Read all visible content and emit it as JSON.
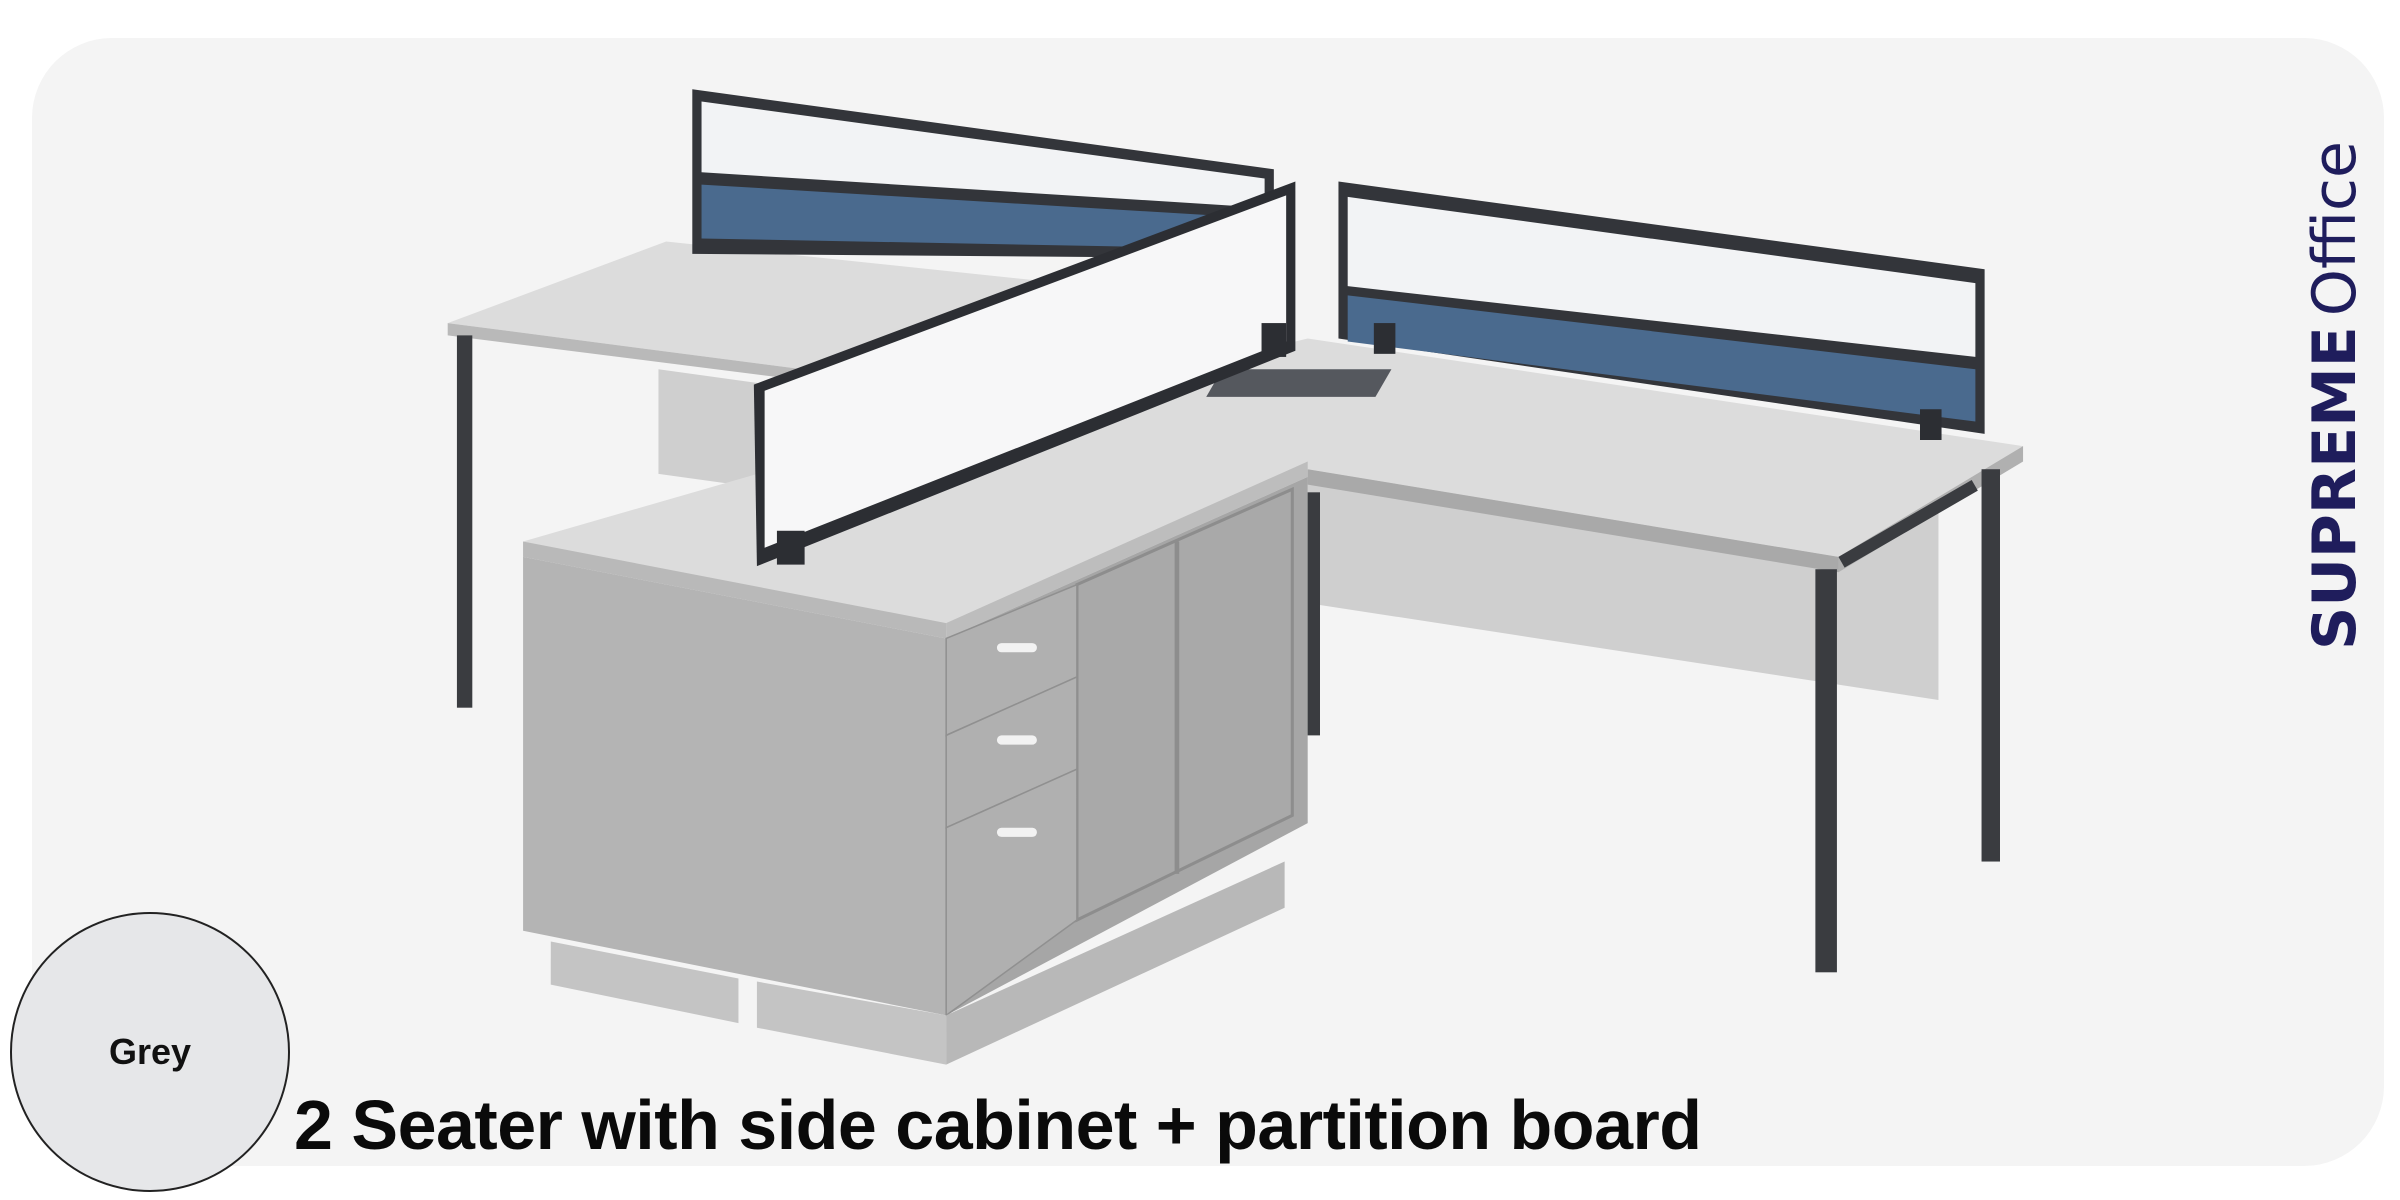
{
  "product": {
    "title": "2 Seater with side cabinet + partition board",
    "color_option": "Grey",
    "color_swatch": "#e6e7e9"
  },
  "brand": {
    "name_bold": "SUPREME",
    "name_light": "Office",
    "color": "#1f1d5c"
  }
}
